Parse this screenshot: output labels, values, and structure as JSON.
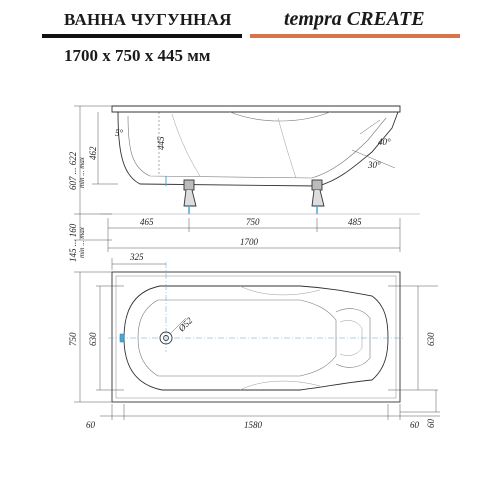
{
  "header": {
    "title_left": "ВАННА ЧУГУННАЯ",
    "title_right": "tempra CREATE",
    "dimensions": "1700 х 750 х 445 мм",
    "bar_left_color": "#111111",
    "bar_right_color": "#d9744a"
  },
  "side_view": {
    "dim_5deg": "5°",
    "dim_445": "445",
    "dim_40deg": "40°",
    "dim_30deg": "30°",
    "dim_height_range": "607 ... 622",
    "dim_height_sub": "min ... max",
    "dim_462": "462",
    "dim_legs_range": "145 ... 160",
    "dim_legs_sub": "min ... max",
    "dim_465": "465",
    "dim_750": "750",
    "dim_485": "485",
    "dim_1700": "1700"
  },
  "top_view": {
    "dim_325": "325",
    "dim_drain": "Ø52",
    "dim_750": "750",
    "dim_630_left": "630",
    "dim_630_right": "630",
    "dim_60_left": "60",
    "dim_1580": "1580",
    "dim_60_right": "60",
    "dim_60_vertical": "60"
  },
  "colors": {
    "line": "#333333",
    "dim_line": "#555555",
    "accent_blue": "#4aa8d8"
  }
}
